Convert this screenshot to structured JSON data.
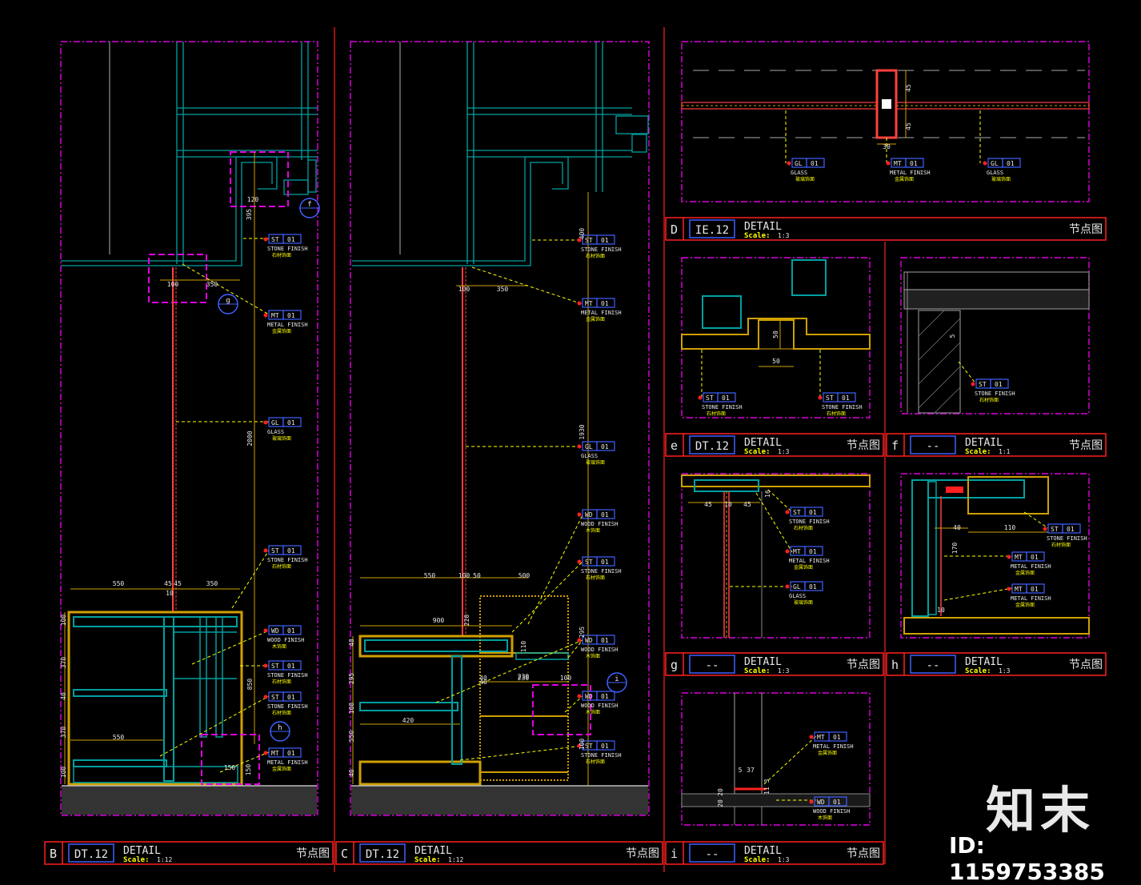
{
  "colors": {
    "background": "#000000",
    "frame": "#e000e0",
    "title_bar": "#ff2020",
    "structure": "#00a0a0",
    "dimension": "#d0a000",
    "leader": "#ffff00",
    "tag": "#4060ff",
    "glass": "#ff4040",
    "floor": "#333333",
    "text": "#e8e8e8"
  },
  "title_blocks": [
    {
      "letter": "B",
      "ref": "DT.12",
      "title": "DETAIL",
      "scale_label": "Scale:",
      "scale": "1:12",
      "cn": "节点图"
    },
    {
      "letter": "C",
      "ref": "DT.12",
      "title": "DETAIL",
      "scale_label": "Scale:",
      "scale": "1:12",
      "cn": "节点图"
    },
    {
      "letter": "D",
      "ref": "IE.12",
      "title": "DETAIL",
      "scale_label": "Scale:",
      "scale": "1:3",
      "cn": "节点图"
    },
    {
      "letter": "e",
      "ref": "DT.12",
      "title": "DETAIL",
      "scale_label": "Scale:",
      "scale": "1:3",
      "cn": "节点图"
    },
    {
      "letter": "f",
      "ref": "--",
      "title": "DETAIL",
      "scale_label": "Scale:",
      "scale": "1:1",
      "cn": "节点图"
    },
    {
      "letter": "g",
      "ref": "--",
      "title": "DETAIL",
      "scale_label": "Scale:",
      "scale": "1:3",
      "cn": "节点图"
    },
    {
      "letter": "h",
      "ref": "--",
      "title": "DETAIL",
      "scale_label": "Scale:",
      "scale": "1:3",
      "cn": "节点图"
    },
    {
      "letter": "i",
      "ref": "--",
      "title": "DETAIL",
      "scale_label": "Scale:",
      "scale": "1:3",
      "cn": "节点图"
    }
  ],
  "materials": {
    "ST": {
      "code": "ST",
      "num": "01",
      "en": "STONE FINISH",
      "cn": "石材饰面"
    },
    "MT": {
      "code": "MT",
      "num": "01",
      "en": "METAL FINISH",
      "cn": "金属饰面"
    },
    "GL": {
      "code": "GL",
      "num": "01",
      "en": "GLASS",
      "cn": "玻璃饰面"
    },
    "WD": {
      "code": "WD",
      "num": "01",
      "en": "WOOD FINISH",
      "cn": "木饰面"
    }
  },
  "callouts": [
    "f",
    "g",
    "h",
    "i"
  ],
  "dimensions": {
    "B": [
      "120",
      "395",
      "100",
      "350",
      "2000",
      "550",
      "45",
      "45",
      "10",
      "350",
      "100",
      "370",
      "40",
      "370",
      "100",
      "850",
      "550",
      "150",
      "150"
    ],
    "C": [
      "400",
      "100",
      "350",
      "1930",
      "550",
      "100",
      "50",
      "500",
      "900",
      "220",
      "110",
      "40",
      "230",
      "100",
      "295",
      "40",
      "295",
      "100",
      "550",
      "40",
      "420",
      "40",
      "230",
      "100"
    ],
    "D": [
      "45",
      "45",
      "30"
    ],
    "e": [
      "50",
      "50"
    ],
    "f": [
      "5"
    ],
    "g": [
      "45",
      "10",
      "45",
      "16"
    ],
    "h": [
      "40",
      "110",
      "170",
      "10"
    ],
    "i": [
      "5",
      "37",
      "20",
      "20",
      "3",
      "11"
    ]
  },
  "watermark": {
    "logo": "知末",
    "id": "ID: 1159753385"
  }
}
